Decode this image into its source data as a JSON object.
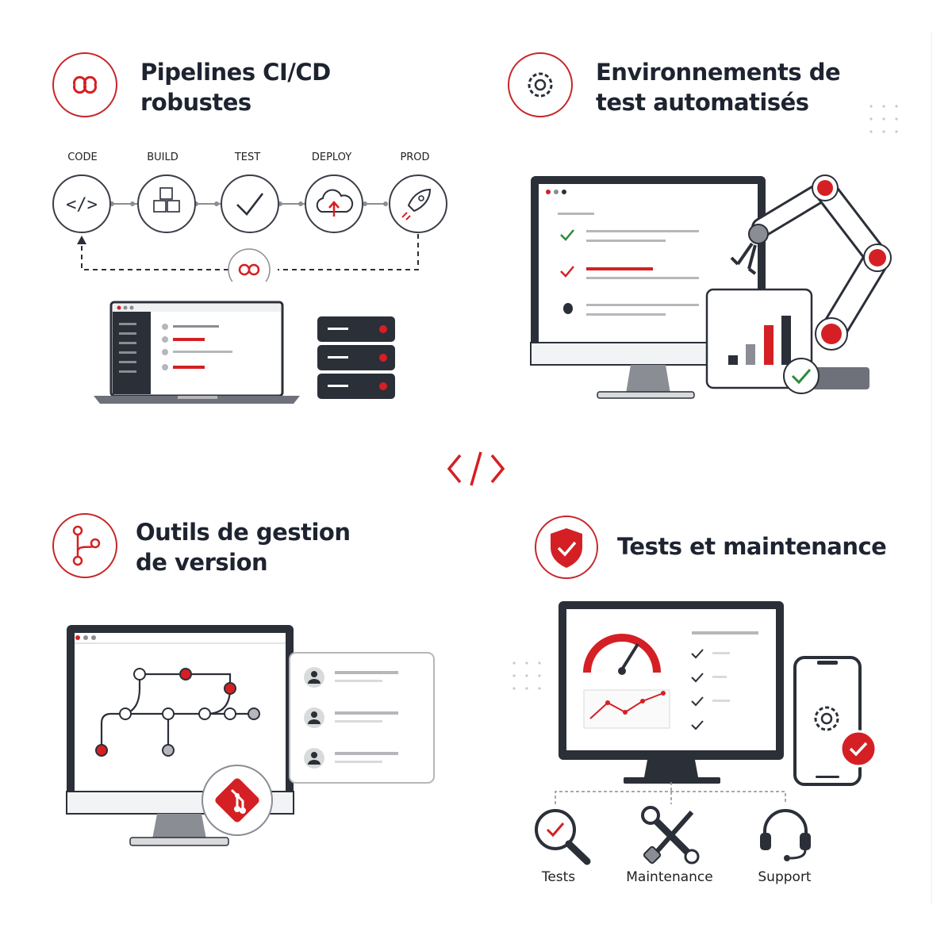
{
  "colors": {
    "accent": "#d42024",
    "dark": "#2b2f38",
    "gray": "#b5b7bb",
    "green": "#2e8b3a"
  },
  "section_cicd": {
    "title_line1": "Pipelines CI/CD",
    "title_line2": "robustes",
    "icon": "infinity-loop-icon",
    "stages": [
      {
        "label": "CODE",
        "icon": "code-brackets-icon"
      },
      {
        "label": "BUILD",
        "icon": "cubes-icon"
      },
      {
        "label": "TEST",
        "icon": "checkmark-icon"
      },
      {
        "label": "DEPLOY",
        "icon": "cloud-upload-icon"
      },
      {
        "label": "PROD",
        "icon": "rocket-icon"
      }
    ]
  },
  "section_env": {
    "title_line1": "Environnements de",
    "title_line2": "test automatisés",
    "icon": "gear-icon"
  },
  "section_vcs": {
    "title_line1": "Outils de gestion",
    "title_line2": "de version",
    "icon": "branch-icon"
  },
  "section_maint": {
    "title": "Tests et maintenance",
    "icon": "shield-check-icon",
    "tools": [
      {
        "label": "Tests",
        "icon": "magnifier-check-icon"
      },
      {
        "label": "Maintenance",
        "icon": "wrench-screwdriver-icon"
      },
      {
        "label": "Support",
        "icon": "headset-icon"
      }
    ]
  },
  "center_icon": "code-brackets-icon"
}
